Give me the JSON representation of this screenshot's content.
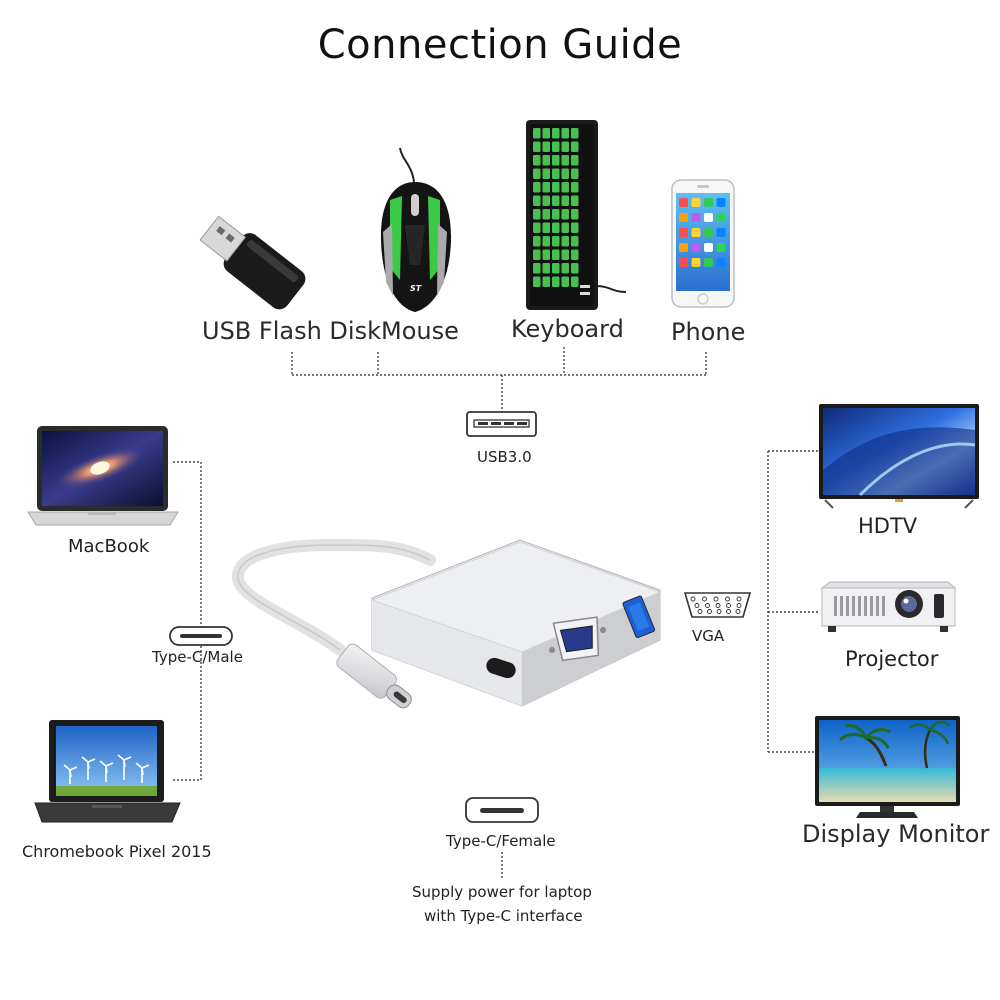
{
  "title": "Connection Guide",
  "devices": {
    "usb_flash_disk": "USB Flash Disk",
    "mouse": "Mouse",
    "keyboard": "Keyboard",
    "phone": "Phone",
    "macbook": "MacBook",
    "chromebook": "Chromebook Pixel 2015",
    "hdtv": "HDTV",
    "projector": "Projector",
    "display_monitor": "Display Monitor"
  },
  "ports": {
    "usb": "USB3.0",
    "vga": "VGA",
    "type_c_male": "Type-C/Male",
    "type_c_female": "Type-C/Female"
  },
  "notes": {
    "power_line1": "Supply power for laptop",
    "power_line2": "with Type-C interface"
  },
  "mouse_logo": "ST"
}
